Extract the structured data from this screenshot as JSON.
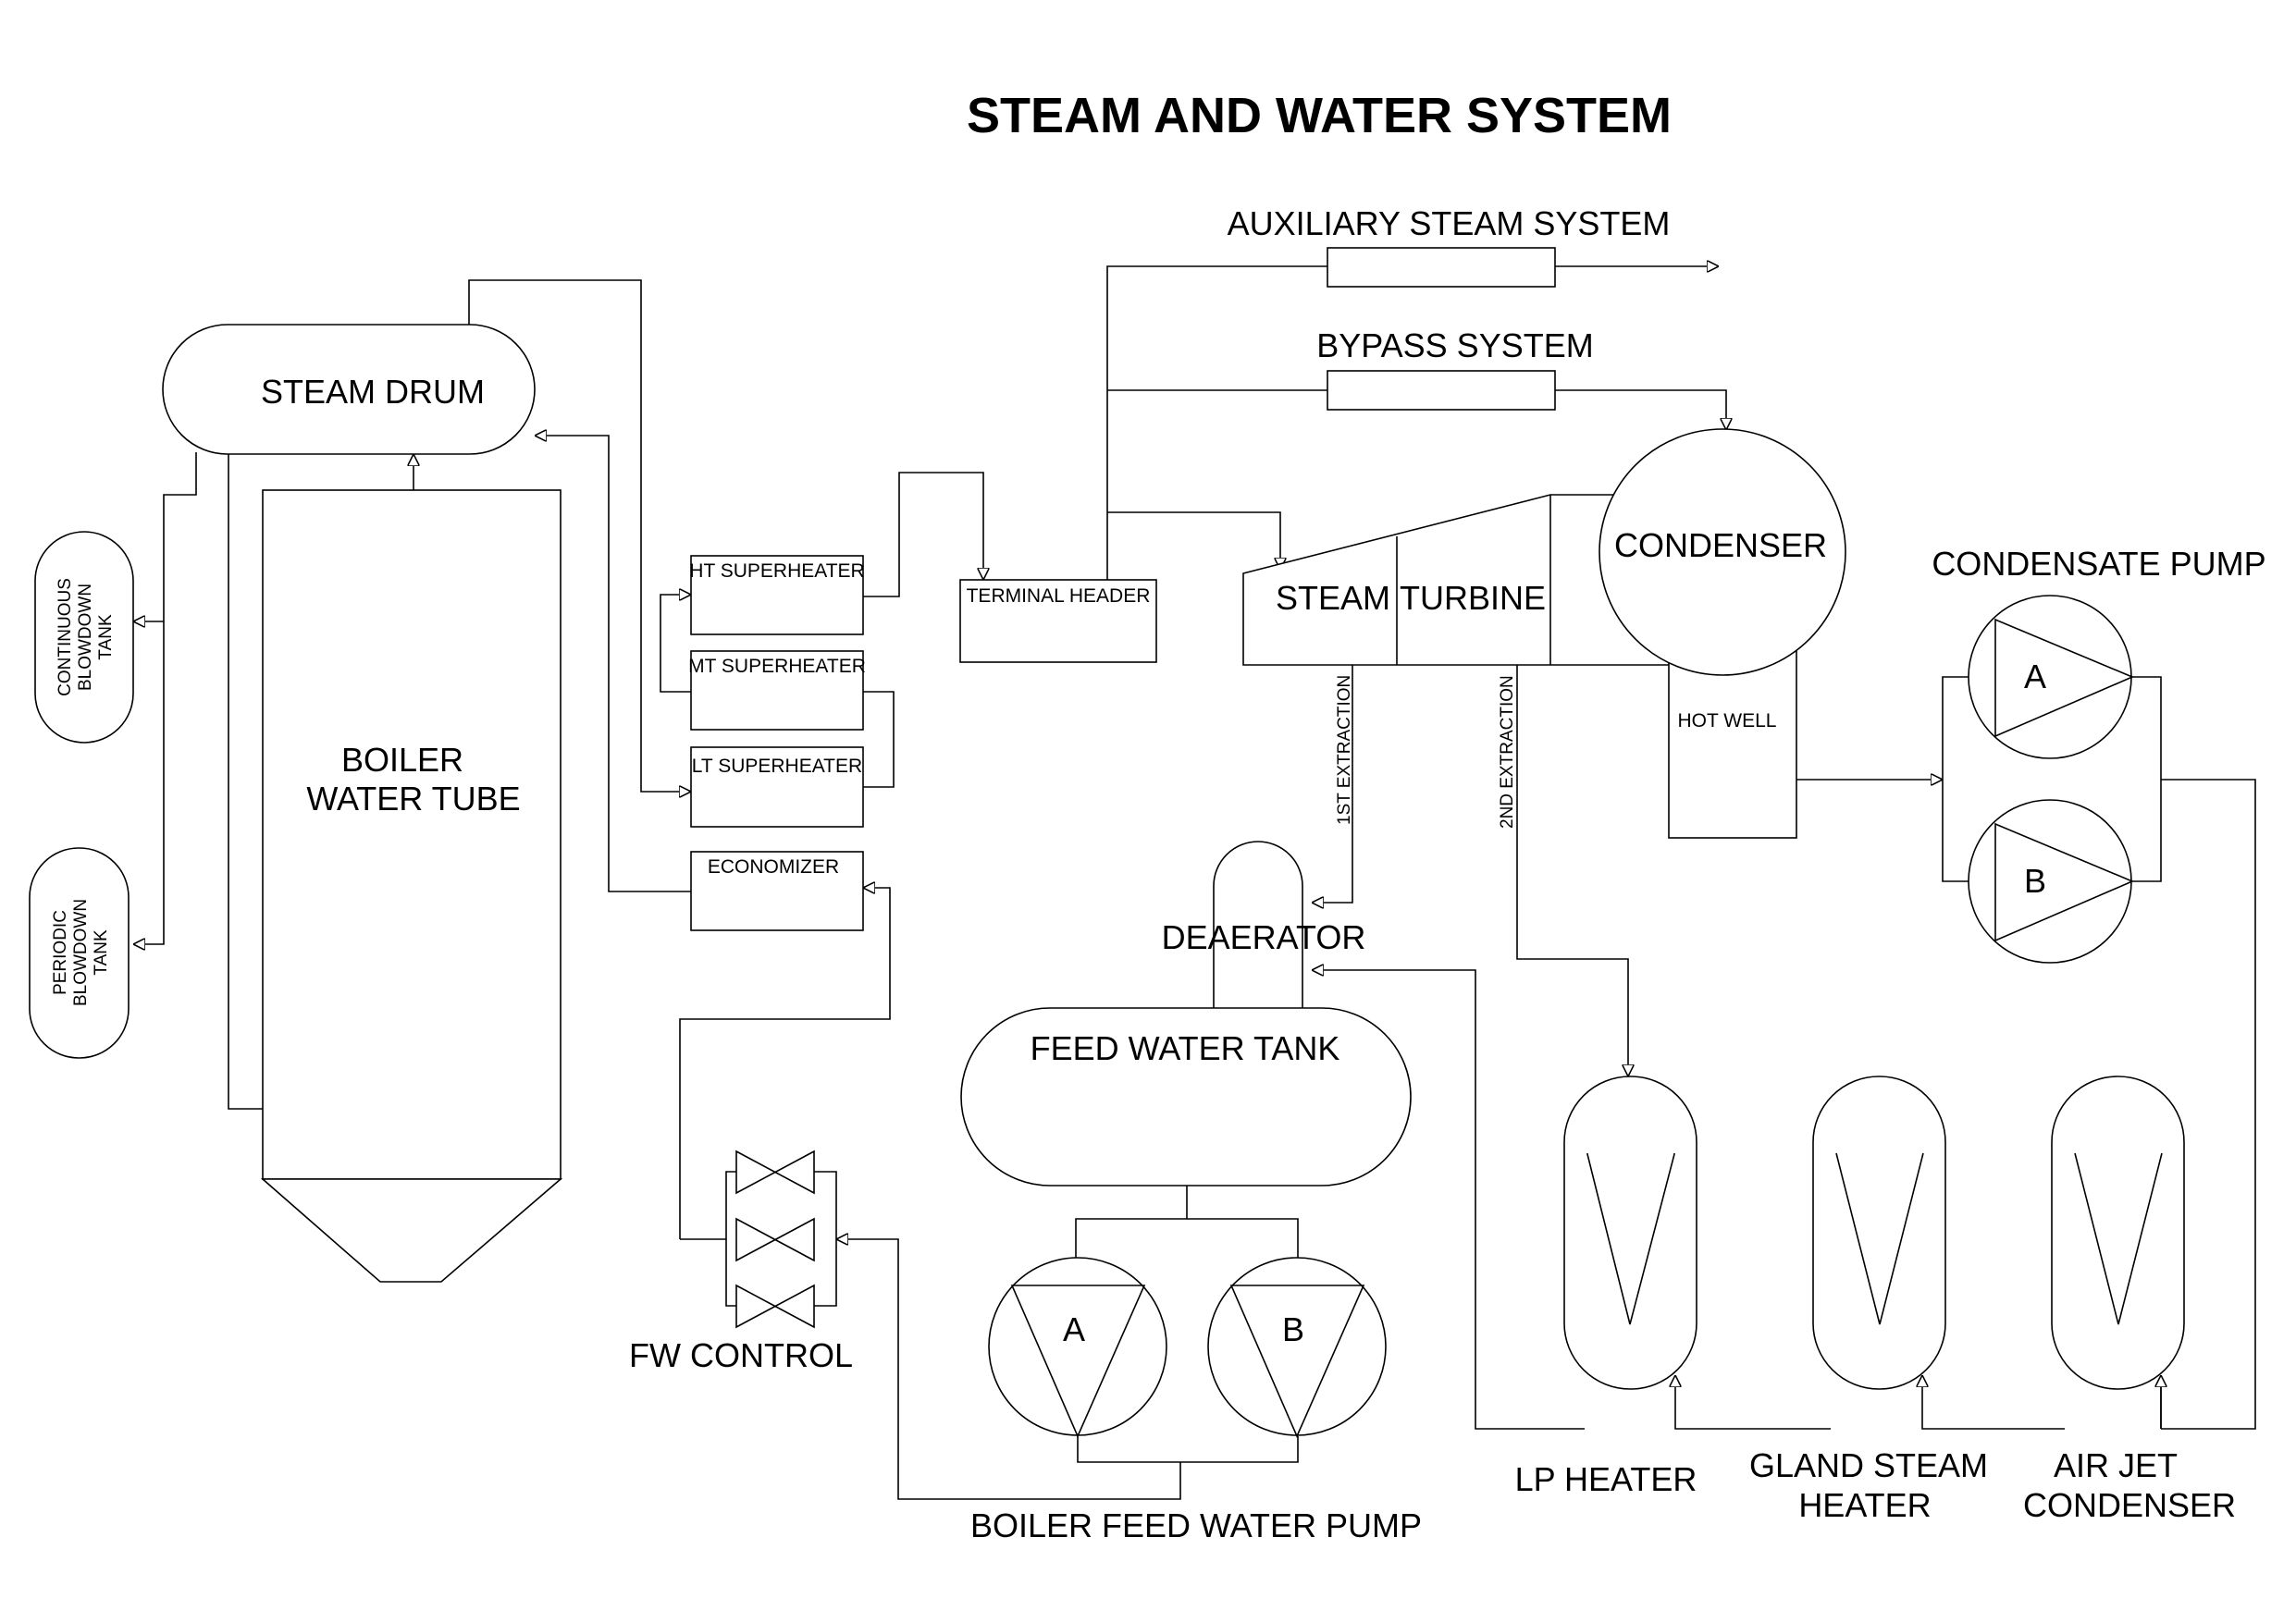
{
  "title": "STEAM AND WATER SYSTEM",
  "labels": {
    "steam_drum": "STEAM DRUM",
    "boiler_line1": "BOILER",
    "boiler_line2": "WATER TUBE",
    "continuous_line1": "CONTINUOUS",
    "continuous_line2": "BLOWDOWN",
    "continuous_line3": "TANK",
    "periodic_line1": "PERIODIC",
    "periodic_line2": "BLOWDOWN",
    "periodic_line3": "TANK",
    "ht_superheater": "HT SUPERHEATER",
    "mt_superheater": "MT SUPERHEATER",
    "lt_superheater": "LT SUPERHEATER",
    "economizer": "ECONOMIZER",
    "terminal_header": "TERMINAL HEADER",
    "auxiliary_steam": "AUXILIARY STEAM SYSTEM",
    "bypass_system": "BYPASS SYSTEM",
    "steam_turbine_1": "STEAM",
    "steam_turbine_2": "TURBINE",
    "condenser": "CONDENSER",
    "hot_well": "HOT WELL",
    "condensate_pump": "CONDENSATE PUMP",
    "pump_a": "A",
    "pump_b": "B",
    "first_extraction": "1ST EXTRACTION",
    "second_extraction": "2ND EXTRACTION",
    "deaerator": "DEAERATOR",
    "feed_water_tank": "FEED WATER TANK",
    "fw_control": "FW CONTROL",
    "boiler_feed_pump": "BOILER FEED WATER PUMP",
    "lp_heater": "LP HEATER",
    "gland_line1": "GLAND STEAM",
    "gland_line2": "HEATER",
    "airjet_line1": "AIR JET",
    "airjet_line2": "CONDENSER"
  }
}
